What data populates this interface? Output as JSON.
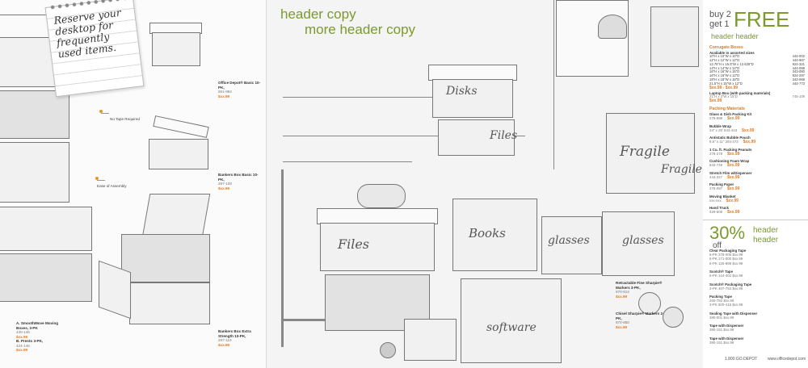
{
  "left_page": {
    "notepad_text": "Reserve your desktop for frequently used items.",
    "callouts": [
      "No Tape Required",
      "Ease of Assembly"
    ],
    "captions": [
      {
        "name": "Office Depot® Basic 10-PK,",
        "sku": "551-984",
        "price": "$xx.99"
      },
      {
        "name": "Bankers Box Basic 10-PK,",
        "sku": "287-109",
        "price": "$xx.99"
      },
      {
        "name": "Bankers Box Extra Strength 10-PK,",
        "sku": "287-119",
        "price": "$xx.99"
      },
      {
        "name": "A. SmoothMove Moving Boxes, 3-PK",
        "sku": "430-146",
        "price": "$xx.99"
      },
      {
        "name": "B. Presto 3-PK,",
        "sku": "424-146",
        "price": "$xx.99"
      }
    ]
  },
  "right_page": {
    "header_copy": "header copy",
    "more_header_copy": "more header copy",
    "box_labels": {
      "disks": "Disks",
      "files_top": "Files",
      "files_cart": "Files",
      "books": "Books",
      "glasses_left": "glasses",
      "glasses_right": "glasses",
      "fragile_front": "Fragile",
      "fragile_side": "Fragile",
      "software": "software"
    },
    "sharpie_captions": [
      {
        "name": "Retractable Fine Sharpie® Markers 3-PK,",
        "sku": "670-814",
        "price": "$xx.99"
      },
      {
        "name": "Chisel Sharpie® Markers 2-PK,",
        "sku": "670-850",
        "price": "$xx.99"
      }
    ]
  },
  "price_column": {
    "promo": {
      "buy": "buy 2",
      "get": "get 1",
      "free": "FREE",
      "header": "header header"
    },
    "corrugate": {
      "title": "Corrugate Boxes",
      "subtitle": "Available in assorted sizes",
      "rows": [
        [
          "10\"H x 10\"W x 10\"D",
          "444-002"
        ],
        [
          "12\"H x 12\"W x 12\"D",
          "444-967"
        ],
        [
          "12.75\"H x 16.5\"W x 12.625\"D",
          "924-321"
        ],
        [
          "14\"H x 14\"W x 14\"D",
          "444-098"
        ],
        [
          "16\"H x 16\"W x 15\"D",
          "343-080"
        ],
        [
          "16\"H x 16\"W x 12\"D",
          "924-297"
        ],
        [
          "18\"H x 18\"W x 18\"D",
          "343-068"
        ],
        [
          "21.5\"H x 15\"W x 12\"D",
          "444-773"
        ]
      ],
      "price": "$xx.99 - $xx.99"
    },
    "laptop_box": {
      "name": "Laptop Box (with packing materials)",
      "detail": "21\"H x 3\"W x 15\"D",
      "sku": "745-109",
      "price": "$xx.99"
    },
    "packing": {
      "title": "Packing Materials",
      "items": [
        {
          "name": "Glass & Dish Packing Kit",
          "sku": "278-998",
          "price": "$xx.99"
        },
        {
          "name": "Bubble Wrap",
          "sku": "24\" x 25' 843-443",
          "price": "$xx.99"
        },
        {
          "name": "Antistatic Bubble Pouch",
          "sku": "8.5\" x 11\" 284-373",
          "price": "$xx.99"
        },
        {
          "name": "1 Cu. ft. Packing Peanuts",
          "sku": "278-278",
          "price": "$xx.99"
        },
        {
          "name": "Cushioning Foam Wrap",
          "sku": "843-749",
          "price": "$xx.99"
        },
        {
          "name": "Stretch Film w/Dispenser",
          "sku": "444-327",
          "price": "$xx.99"
        },
        {
          "name": "Packing Paper",
          "sku": "278-087",
          "price": "$xx.99"
        },
        {
          "name": "Moving Blanket",
          "sku": "xxx-xxx",
          "price": "$xx.99"
        },
        {
          "name": "Hand Truck",
          "sku": "429-506",
          "price": "$xx.99"
        }
      ]
    },
    "percent": {
      "value": "30%",
      "off": "off",
      "header1": "header",
      "header2": "header"
    },
    "tape": {
      "items": [
        {
          "name": "Clear Packaging Tape",
          "lines": [
            "6-PK 278-006 $xx.99",
            "6-PK 171-000 $xx.99",
            "6-PK 126-899 $xx.99"
          ]
        },
        {
          "name": "Scotch® Tape",
          "lines": [
            "6-PK 144-402 $xx.99"
          ]
        },
        {
          "name": "Scotch® Packaging Tape",
          "lines": [
            "3-PK 487-754 $xx.99"
          ]
        },
        {
          "name": "Packing Tape",
          "lines": [
            "260-782 $xx.99",
            "3-PK 500-416 $xx.99"
          ]
        },
        {
          "name": "Sealing Tape with Dispenser",
          "lines": [
            "380-001 $xx.99"
          ]
        },
        {
          "name": "Tape with Dispenser",
          "lines": [
            "380-151 $xx.99"
          ]
        },
        {
          "name": "Tape with Dispenser",
          "lines": [
            "380-151 $xx.99"
          ]
        }
      ]
    },
    "footer": {
      "phone": "1.800.GO.DEPOT",
      "url": "www.officedepot.com"
    }
  }
}
